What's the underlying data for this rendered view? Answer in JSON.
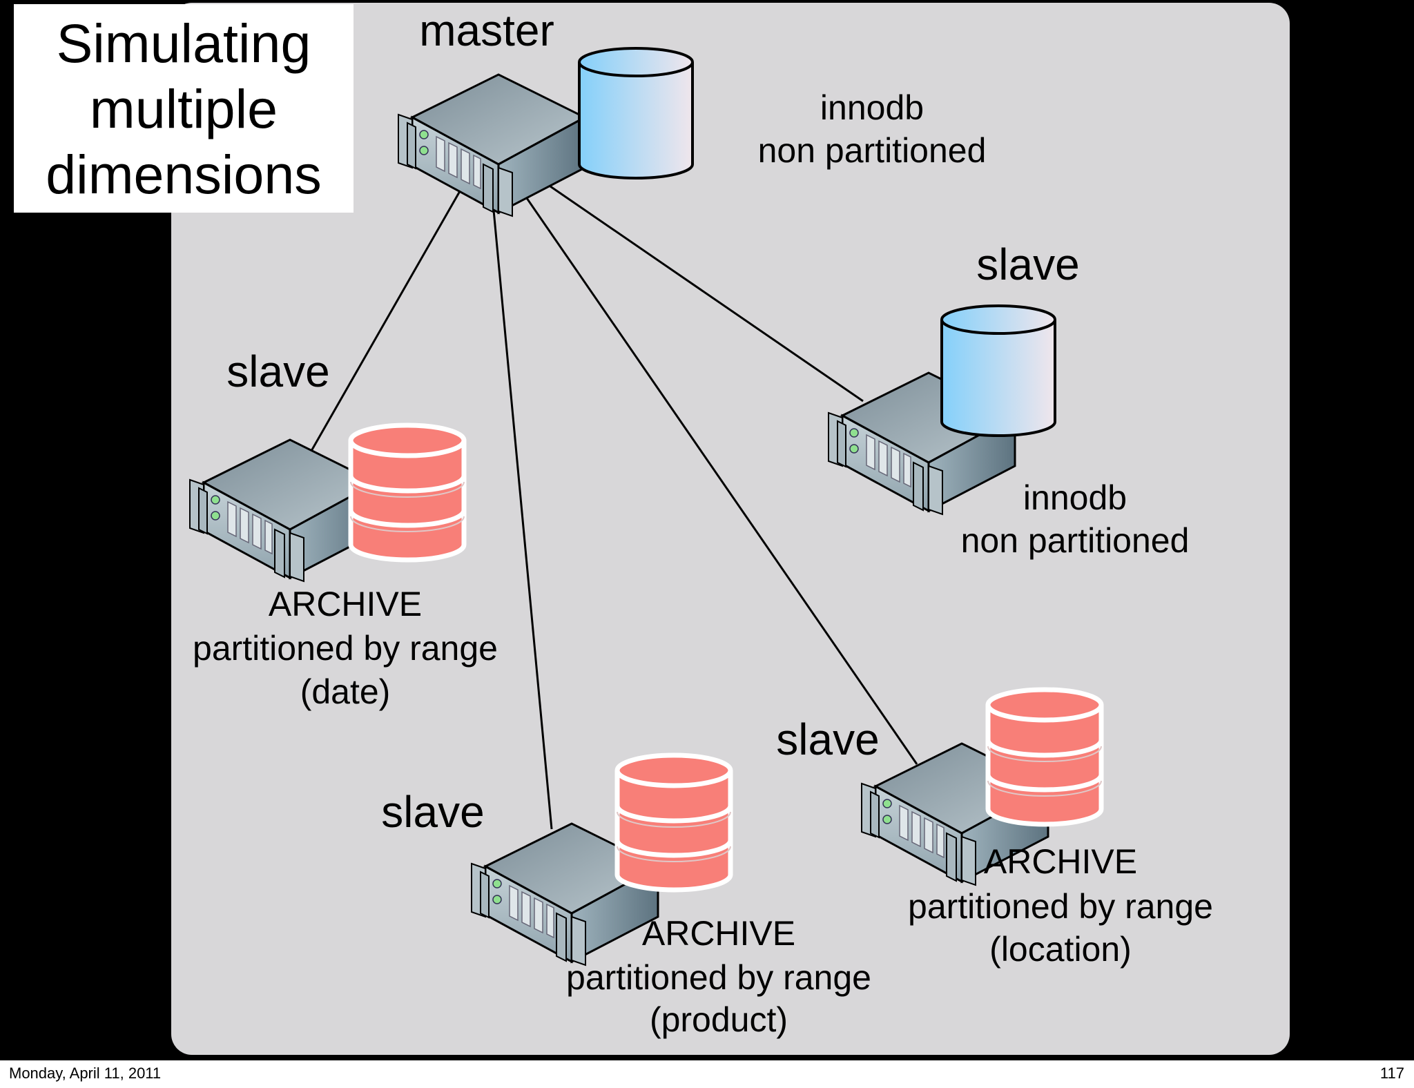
{
  "title": "Simulating multiple dimensions",
  "master": {
    "label": "master",
    "desc": [
      "innodb",
      "non partitioned"
    ]
  },
  "slaves": [
    {
      "label": "slave",
      "desc": [
        "innodb",
        "non partitioned"
      ],
      "engine_color": "#8fd3f7"
    },
    {
      "label": "slave",
      "desc": [
        "ARCHIVE",
        "partitioned by range",
        "(date)"
      ],
      "engine_color": "#f87f78"
    },
    {
      "label": "slave",
      "desc": [
        "ARCHIVE",
        "partitioned by range",
        "(product)"
      ],
      "engine_color": "#f87f78"
    },
    {
      "label": "slave",
      "desc": [
        "ARCHIVE",
        "partitioned by range",
        "(location)"
      ],
      "engine_color": "#f87f78"
    }
  ],
  "footer": {
    "date": "Monday, April 11, 2011",
    "page": "117"
  }
}
